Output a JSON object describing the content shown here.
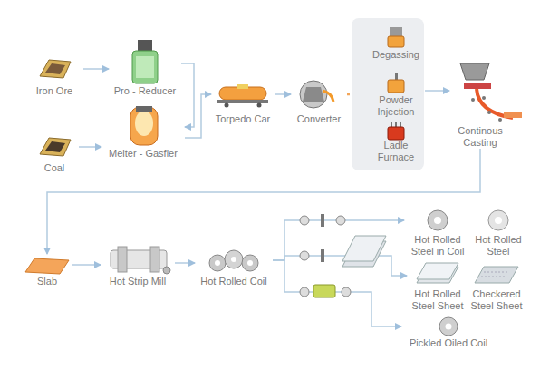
{
  "diagram": {
    "nodes": [
      {
        "text": [
          "Iron Ore"
        ]
      },
      {
        "text": [
          "Coal"
        ]
      },
      {
        "text": [
          "Pro - Reducer"
        ]
      },
      {
        "text": [
          "Melter - Gasfier"
        ]
      },
      {
        "text": [
          "Torpedo Car"
        ]
      },
      {
        "text": [
          "Converter"
        ]
      },
      {
        "text": [
          "Degassing"
        ]
      },
      {
        "text": [
          "Powder Injection"
        ]
      },
      {
        "text": [
          "Ladle Furnace"
        ]
      },
      {
        "text": [
          "Continous Casting"
        ]
      },
      {
        "text": [
          "Slab"
        ]
      },
      {
        "text": [
          "Hot Strip Mill"
        ]
      },
      {
        "text": [
          "Hot Rolled Coil"
        ]
      },
      {
        "text": [
          "Hot Rolled Steel in Coil"
        ]
      },
      {
        "text": [
          "Hot Rolled Steel"
        ]
      },
      {
        "text": [
          "Hot Rolled Steel Sheet"
        ]
      },
      {
        "text": [
          "Checkered Steel Sheet"
        ]
      },
      {
        "text": [
          "Pickled Oiled Coil"
        ]
      }
    ],
    "edges": [
      {
        "from": 0,
        "to": 2,
        "arrow": "to"
      },
      {
        "from": 1,
        "to": 3,
        "arrow": "to"
      },
      {
        "from": 2,
        "to": 3,
        "arrow": "to"
      },
      {
        "from": 3,
        "to": 4,
        "arrow": "to"
      },
      {
        "from": 4,
        "to": 5,
        "arrow": "to"
      },
      {
        "from": 5,
        "to": 7,
        "arrow": "to"
      },
      {
        "from": 7,
        "to": 9,
        "arrow": "to"
      },
      {
        "from": 9,
        "to": 10,
        "arrow": "to"
      },
      {
        "from": 10,
        "to": 11,
        "arrow": "to"
      },
      {
        "from": 11,
        "to": 12,
        "arrow": "to"
      },
      {
        "from": 12,
        "to": 13,
        "arrow": "to"
      },
      {
        "from": 12,
        "to": 15,
        "arrow": "to"
      },
      {
        "from": 12,
        "to": 17,
        "arrow": "to"
      }
    ]
  }
}
